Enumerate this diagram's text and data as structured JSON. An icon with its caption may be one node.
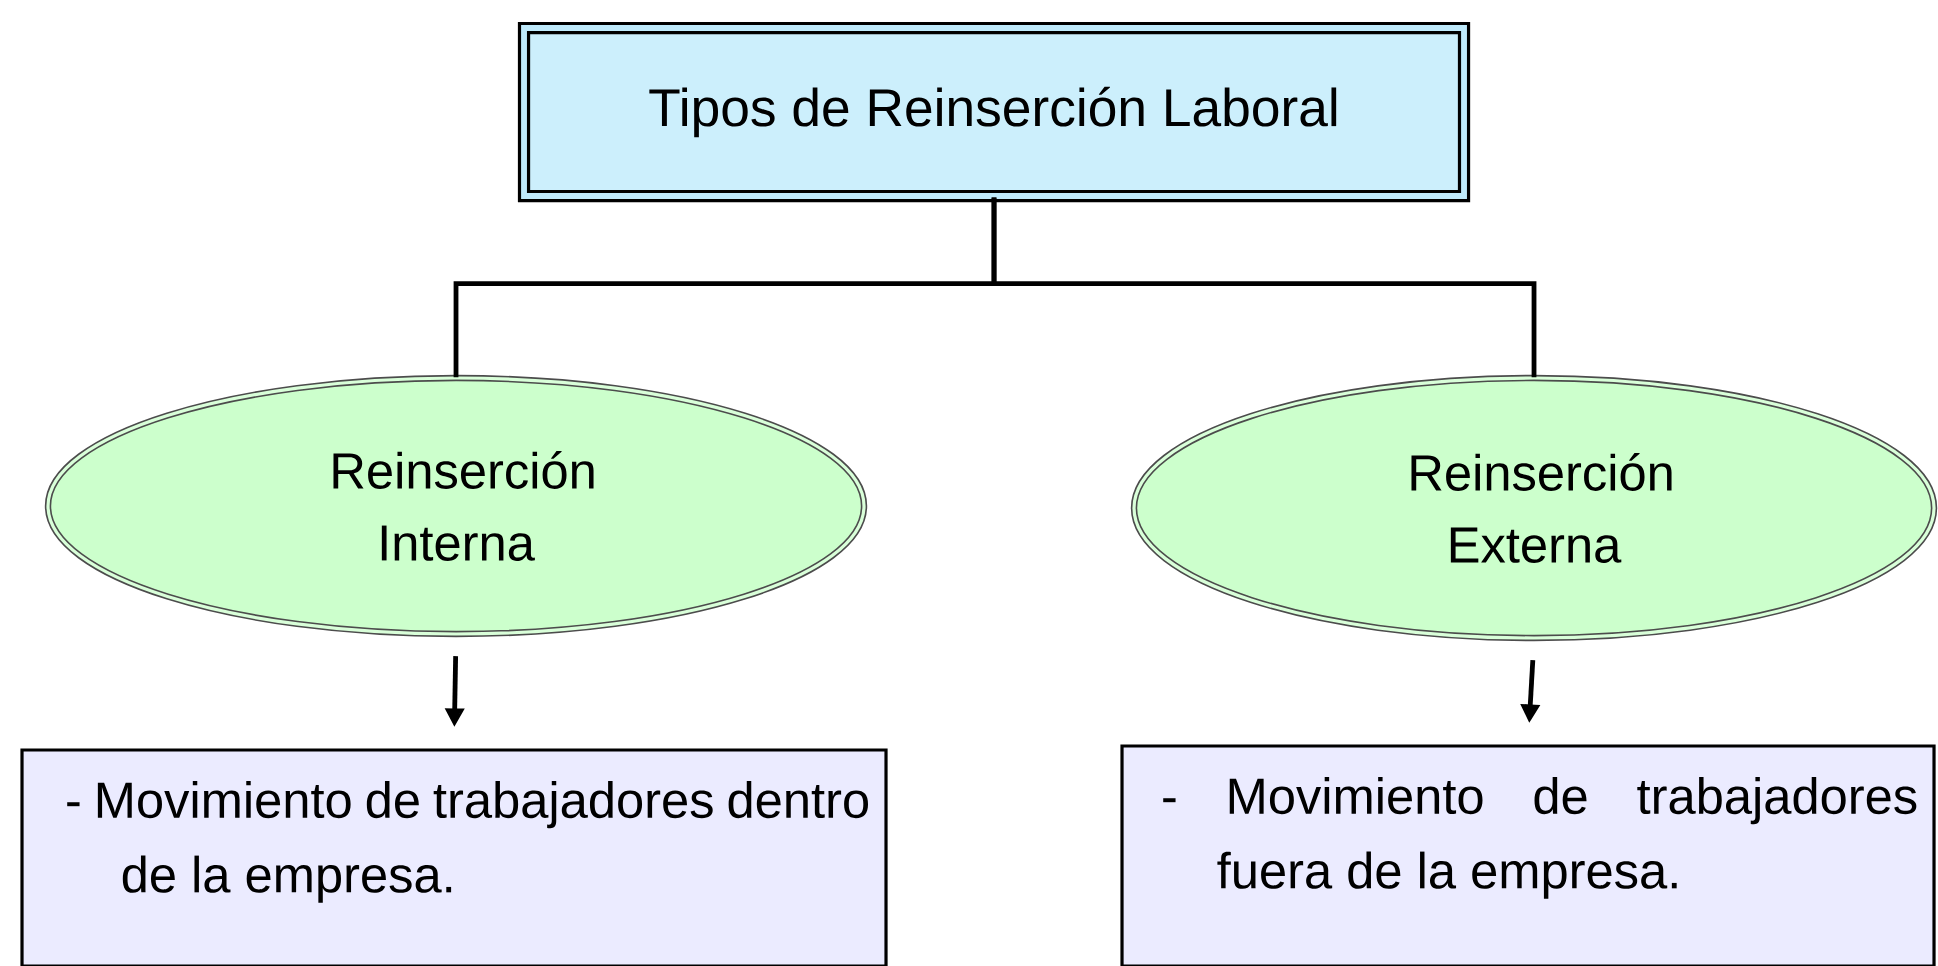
{
  "diagram": {
    "nodes": [
      {
        "text": [
          "Tipos de Reinserción Laboral"
        ]
      },
      {
        "text": [
          "Reinserción Interna"
        ]
      },
      {
        "text": [
          "Reinserción Externa"
        ]
      },
      {
        "text": [
          "- Movimiento de trabajadores dentro de la empresa."
        ]
      },
      {
        "text": [
          "- Movimiento de trabajadores fuera de la empresa."
        ]
      }
    ],
    "edges": [
      {
        "from": 0,
        "to": 1,
        "arrow": "none"
      },
      {
        "from": 0,
        "to": 2,
        "arrow": "none"
      },
      {
        "from": 1,
        "to": 3,
        "arrow": "to"
      },
      {
        "from": 2,
        "to": 4,
        "arrow": "to"
      }
    ]
  }
}
